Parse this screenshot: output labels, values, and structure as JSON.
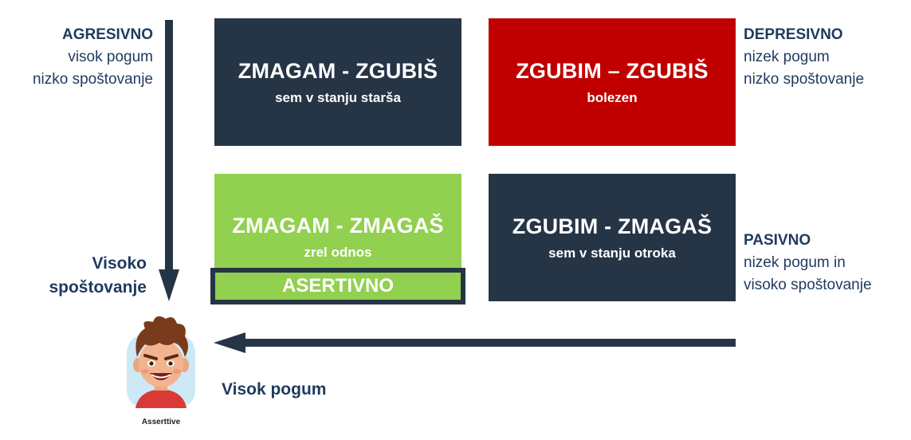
{
  "colors": {
    "navy": "#263546",
    "red": "#c00000",
    "green": "#92d050",
    "text_blue": "#1f3a5f"
  },
  "left_label": {
    "title": "AGRESIVNO",
    "line1": "visok pogum",
    "line2": "nizko spoštovanje"
  },
  "right_top_label": {
    "title": "DEPRESIVNO",
    "line1": "nizek pogum",
    "line2": "nizko spoštovanje"
  },
  "right_bottom_label": {
    "title": "PASIVNO",
    "line1": "nizek pogum in",
    "line2": "visoko spoštovanje"
  },
  "quadrants": {
    "top_left": {
      "title": "ZMAGAM - ZGUBIŠ",
      "subtitle": "sem v stanju starša"
    },
    "top_right": {
      "title": "ZGUBIM – ZGUBIŠ",
      "subtitle": "bolezen"
    },
    "bottom_left": {
      "title": "ZMAGAM - ZMAGAŠ",
      "subtitle": "zrel odnos",
      "badge": "ASERTIVNO"
    },
    "bottom_right": {
      "title": "ZGUBIM - ZMAGAŠ",
      "subtitle": "sem v stanju otroka"
    }
  },
  "axis": {
    "vertical_line1": "Visoko",
    "vertical_line2": "spoštovanje",
    "horizontal": "Visok pogum"
  },
  "avatar": {
    "caption": "Asserttive",
    "icon": "smiling-boy-avatar-icon"
  }
}
